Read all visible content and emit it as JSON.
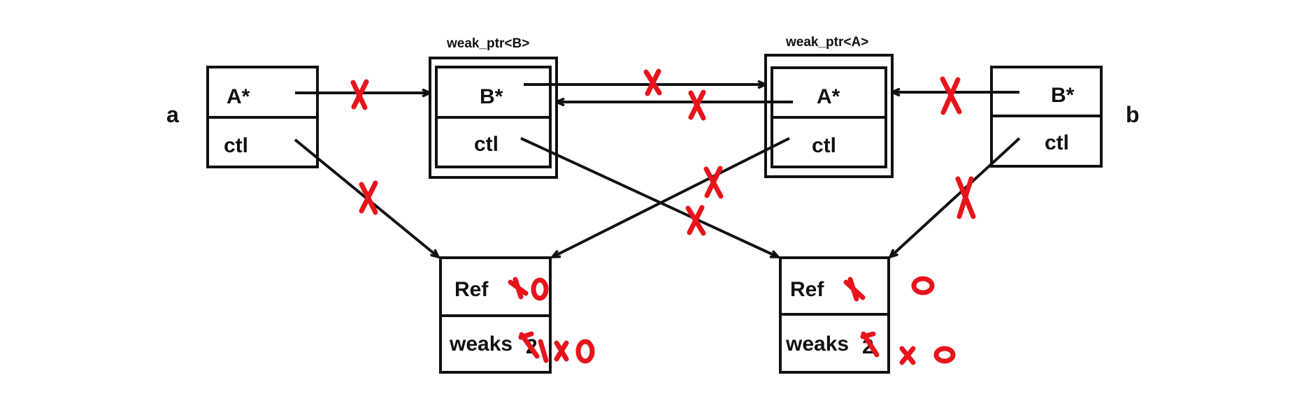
{
  "diagram": {
    "var_a": "a",
    "var_b": "b",
    "shared_a": {
      "ptr": "A*",
      "ctl": "ctl"
    },
    "shared_b": {
      "ptr": "B*",
      "ctl": "ctl"
    },
    "weak_b": {
      "title": "weak_ptr<B>",
      "ptr": "B*",
      "ctl": "ctl"
    },
    "weak_a": {
      "title": "weak_ptr<A>",
      "ptr": "A*",
      "ctl": "ctl"
    },
    "ctrl_left": {
      "ref_label": "Ref",
      "weaks_label": "weaks",
      "weaks_value": "2"
    },
    "ctrl_right": {
      "ref_label": "Ref",
      "weaks_label": "weaks",
      "weaks_value": "2"
    }
  },
  "annotation_color": "#e8141c",
  "line_color": "#111111"
}
